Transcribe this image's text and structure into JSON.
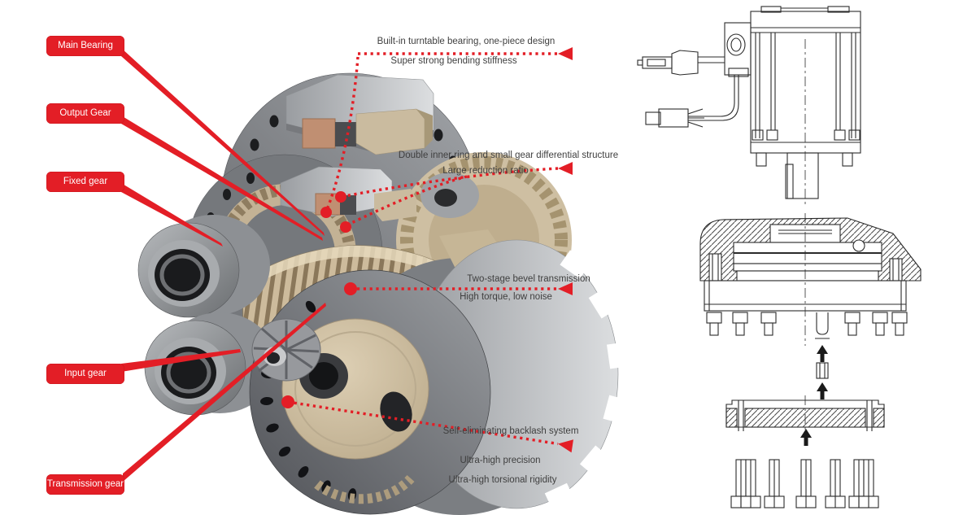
{
  "figure": {
    "subject": "Precision gear reducer cutaway infographic with servo motor assembly drawings",
    "background": "#ffffff"
  },
  "colors": {
    "accent_red": "#e31e26",
    "label_text": "#ffffff",
    "annotation_text": "#3f3f3f",
    "drawing_stroke": "#2b2b2b",
    "gear_tan": "#cdbb9c",
    "metal_gray": "#8f9296"
  },
  "callouts": [
    {
      "id": "main-bearing",
      "text": "Main Bearing"
    },
    {
      "id": "output-gear",
      "text": "Output Gear"
    },
    {
      "id": "fixed-gear",
      "text": "Fixed gear"
    },
    {
      "id": "input-gear",
      "text": "Input gear"
    },
    {
      "id": "transmission-gear",
      "text": "Transmission gear"
    }
  ],
  "annotations": [
    {
      "id": "turntable-bearing",
      "lines": [
        "Built-in turntable bearing, one-piece design",
        "Super strong bending stiffness"
      ]
    },
    {
      "id": "differential-structure",
      "lines": [
        "Double inner ring and small gear differential structure",
        "Large reduction ratio"
      ]
    },
    {
      "id": "bevel-transmission",
      "lines": [
        "Two-stage bevel transmission",
        "High torque, low noise"
      ]
    },
    {
      "id": "backlash-system",
      "lines": [
        "Self-eliminating backlash system",
        "Ultra-high precision",
        "Ultra-high torsional rigidity"
      ]
    }
  ]
}
